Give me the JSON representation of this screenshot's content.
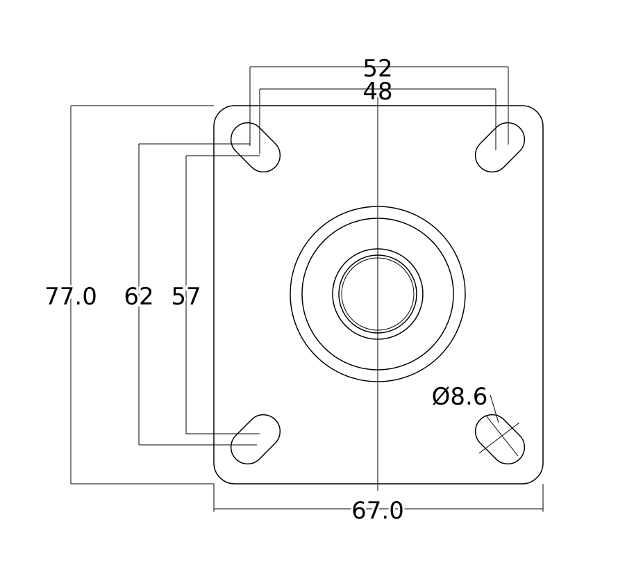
{
  "dimensions": {
    "outer_hole_spacing": "52",
    "inner_hole_spacing": "48",
    "plate_height": "77.0",
    "outer_vertical_spacing": "62",
    "inner_vertical_spacing": "57",
    "plate_width": "67.0",
    "hole_diameter": "Ø8.6"
  }
}
